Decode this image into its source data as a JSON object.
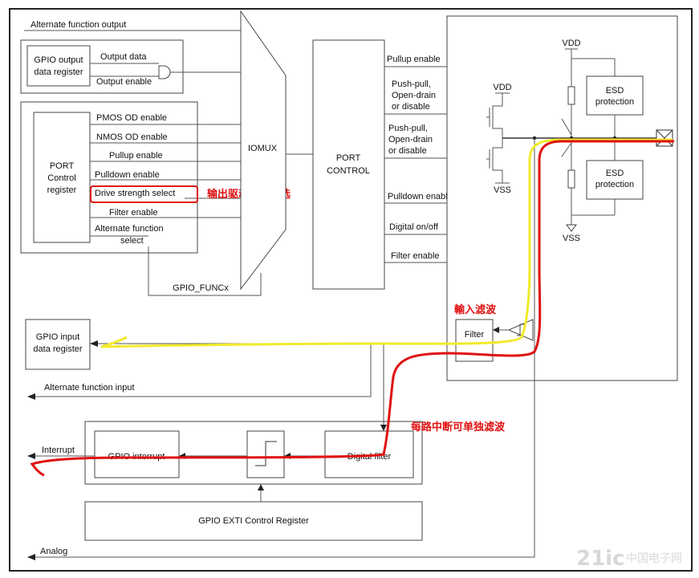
{
  "top": {
    "alt_func_output": "Alternate function output"
  },
  "gpio_out": {
    "title_line1": "GPIO output",
    "title_line2": "data register",
    "output_data": "Output data",
    "output_enable": "Output enable"
  },
  "port_ctrl_reg": {
    "title_line1": "PORT",
    "title_line2": "Control",
    "title_line3": "register",
    "rows": [
      "PMOS OD enable",
      "NMOS OD enable",
      "Pullup enable",
      "Pulldown enable",
      "Drive strength select",
      "Filter enable",
      "Alternate function"
    ],
    "select_word": "select"
  },
  "iomux": {
    "label": "IOMUX",
    "func_label": "GPIO_FUNCx"
  },
  "port_control": {
    "line1": "PORT",
    "line2": "CONTROL",
    "outputs": {
      "pullup_enable": "Pullup enable",
      "push_pull_1": [
        "Push-pull,",
        "Open-drain",
        "or disable"
      ],
      "push_pull_2": [
        "Push-pull,",
        "Open-drain",
        "or disable"
      ],
      "pulldown_enable": "Pulldown enable",
      "digital_onoff": "Digital on/off",
      "filter_enable": "Filter enable"
    }
  },
  "pad": {
    "vdd_top": "VDD",
    "vdd_mid": "VDD",
    "vss_mid": "VSS",
    "vss_bot": "VSS",
    "esd_top": [
      "ESD",
      "protection"
    ],
    "esd_bot": [
      "ESD",
      "protection"
    ],
    "filter": "Filter"
  },
  "gpio_in": {
    "line1": "GPIO input",
    "line2": "data register"
  },
  "alt_func_input": "Alternate function input",
  "interrupt_section": {
    "interrupt": "Interrupt",
    "gpio_interrupt": "GPIO interrupt",
    "digital_filter": "Digital filter",
    "exti_reg": "GPIO EXTI Control Register"
  },
  "analog": "Analog",
  "annotations": {
    "drive_strength": "输出驱动能力可选",
    "input_filter": "輸入滤波",
    "per_line_filter": "每路中断可单独滤波"
  },
  "watermark": {
    "text_latin": "21ic",
    "text_zh": "中国电子网"
  },
  "colors": {
    "highlight_red": "#e01010",
    "highlight_yellow": "#f2ea2a",
    "line": "#555555"
  }
}
